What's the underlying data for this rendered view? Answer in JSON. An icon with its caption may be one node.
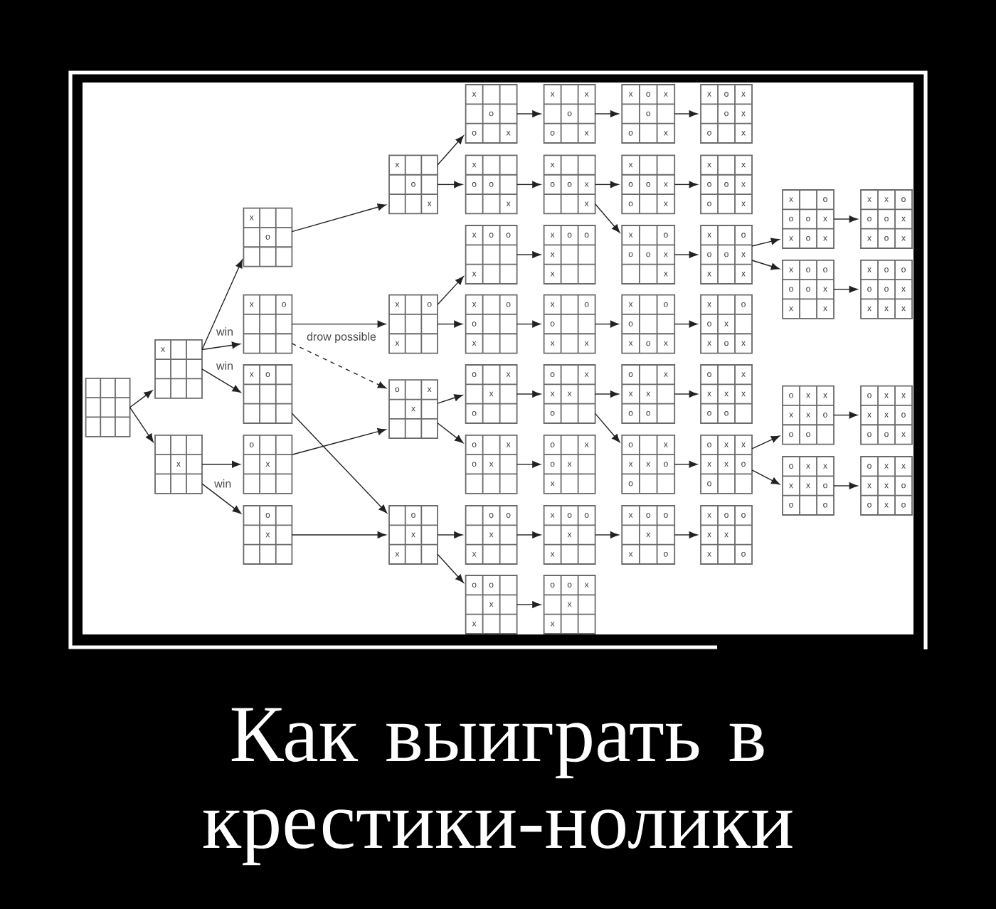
{
  "diagram": {
    "caption": "Как выиграть в крестики-нолики",
    "nodes": [
      {
        "text": [],
        "shape": "grid"
      },
      {
        "text": [
          "x"
        ]
      },
      {
        "text": [
          "x"
        ]
      },
      {
        "text": [
          "x",
          "o"
        ]
      },
      {
        "text": [
          "x",
          "o"
        ]
      },
      {
        "text": [
          "x",
          "o"
        ]
      },
      {
        "text": [
          "o",
          "x"
        ]
      },
      {
        "text": [
          "o",
          "x"
        ]
      },
      {
        "text": [
          "x",
          "o",
          "x"
        ]
      },
      {
        "text": [
          "x",
          "o",
          "x"
        ]
      },
      {
        "text": [
          "o",
          "x",
          "x"
        ]
      },
      {
        "text": [
          "o",
          "x",
          "x"
        ]
      },
      {
        "text": [
          "x",
          "o",
          "o",
          "x"
        ]
      },
      {
        "text": [
          "x",
          "o",
          "o",
          "x"
        ]
      },
      {
        "text": [
          "x",
          "o",
          "o",
          "x"
        ]
      },
      {
        "text": [
          "x",
          "o",
          "o",
          "x"
        ]
      },
      {
        "text": [
          "o",
          "x",
          "x",
          "o"
        ]
      },
      {
        "text": [
          "o",
          "x",
          "o",
          "x"
        ]
      },
      {
        "text": [
          "o",
          "o",
          "x",
          "x"
        ]
      },
      {
        "text": [
          "o",
          "o",
          "x",
          "x"
        ]
      },
      {
        "text": [
          "x",
          "x",
          "o",
          "o",
          "x"
        ]
      },
      {
        "text": [
          "x",
          "o",
          "o",
          "x",
          "x"
        ]
      },
      {
        "text": [
          "x",
          "o",
          "o",
          "x",
          "x"
        ]
      },
      {
        "text": [
          "x",
          "o",
          "o",
          "x",
          "x"
        ]
      },
      {
        "text": [
          "o",
          "x",
          "x",
          "x",
          "o"
        ]
      },
      {
        "text": [
          "o",
          "x",
          "o",
          "x",
          "x"
        ]
      },
      {
        "text": [
          "x",
          "o",
          "o",
          "x",
          "x"
        ]
      },
      {
        "text": [
          "o",
          "o",
          "x",
          "x",
          "x"
        ]
      },
      {
        "text": [
          "x",
          "o",
          "x",
          "o",
          "o",
          "x"
        ]
      },
      {
        "text": [
          "x",
          "o",
          "o",
          "x",
          "o",
          "x"
        ]
      },
      {
        "text": [
          "x",
          "o",
          "o",
          "o",
          "x",
          "x"
        ]
      },
      {
        "text": [
          "x",
          "o",
          "o",
          "x",
          "o",
          "x"
        ]
      },
      {
        "text": [
          "o",
          "x",
          "x",
          "x",
          "o",
          "o"
        ]
      },
      {
        "text": [
          "o",
          "x",
          "x",
          "x",
          "o",
          "o"
        ]
      },
      {
        "text": [
          "x",
          "o",
          "o",
          "x",
          "x",
          "o"
        ]
      },
      {
        "text": [
          "x",
          "o",
          "x",
          "o",
          "x",
          "o",
          "x"
        ]
      },
      {
        "text": [
          "x",
          "x",
          "o",
          "o",
          "x",
          "o",
          "x"
        ]
      },
      {
        "text": [
          "x",
          "o",
          "o",
          "o",
          "x",
          "x",
          "x"
        ]
      },
      {
        "text": [
          "x",
          "o",
          "o",
          "x",
          "x",
          "o",
          "x"
        ]
      },
      {
        "text": [
          "o",
          "x",
          "x",
          "x",
          "x",
          "o",
          "o"
        ]
      },
      {
        "text": [
          "o",
          "x",
          "x",
          "x",
          "x",
          "o",
          "o"
        ]
      },
      {
        "text": [
          "x",
          "o",
          "o",
          "x",
          "x",
          "x",
          "o"
        ]
      },
      {
        "text": [
          "x",
          "o",
          "o",
          "o",
          "x",
          "x",
          "o",
          "x"
        ]
      },
      {
        "text": [
          "x",
          "o",
          "o",
          "o",
          "o",
          "x",
          "x",
          "x"
        ]
      },
      {
        "text": [
          "o",
          "x",
          "x",
          "x",
          "x",
          "o",
          "o",
          "o"
        ]
      },
      {
        "text": [
          "o",
          "x",
          "x",
          "x",
          "x",
          "o",
          "o",
          "o"
        ]
      },
      {
        "text": [
          "x",
          "x",
          "o",
          "o",
          "o",
          "x",
          "x",
          "o",
          "x"
        ]
      },
      {
        "text": [
          "x",
          "o",
          "o",
          "o",
          "o",
          "x",
          "x",
          "x",
          "x"
        ]
      },
      {
        "text": [
          "o",
          "x",
          "x",
          "x",
          "x",
          "o",
          "o",
          "o",
          "x"
        ]
      },
      {
        "text": [
          "o",
          "x",
          "x",
          "x",
          "x",
          "o",
          "o",
          "x",
          "o"
        ]
      }
    ],
    "edges": [
      {
        "from": 0,
        "to": 1,
        "arrow": "to"
      },
      {
        "from": 0,
        "to": 2,
        "arrow": "to"
      },
      {
        "from": 1,
        "to": 3,
        "arrow": "to"
      },
      {
        "from": 1,
        "to": 4,
        "arrow": "to",
        "label": "win"
      },
      {
        "from": 1,
        "to": 5,
        "arrow": "to",
        "label": "win"
      },
      {
        "from": 2,
        "to": 6,
        "arrow": "to"
      },
      {
        "from": 2,
        "to": 7,
        "arrow": "to",
        "label": "win"
      },
      {
        "from": 3,
        "to": 8,
        "arrow": "to"
      },
      {
        "from": 4,
        "to": 9,
        "arrow": "to"
      },
      {
        "from": 4,
        "to": 10,
        "arrow": "to",
        "style": "dashed",
        "label": "drow possible"
      },
      {
        "from": 5,
        "to": 11,
        "arrow": "to"
      },
      {
        "from": 6,
        "to": 10,
        "arrow": "to"
      },
      {
        "from": 7,
        "to": 11,
        "arrow": "to"
      },
      {
        "from": 8,
        "to": 12,
        "arrow": "to"
      },
      {
        "from": 8,
        "to": 13,
        "arrow": "to"
      },
      {
        "from": 9,
        "to": 14,
        "arrow": "to"
      },
      {
        "from": 9,
        "to": 15,
        "arrow": "to"
      },
      {
        "from": 10,
        "to": 16,
        "arrow": "to"
      },
      {
        "from": 10,
        "to": 17,
        "arrow": "to"
      },
      {
        "from": 11,
        "to": 18,
        "arrow": "to"
      },
      {
        "from": 11,
        "to": 19,
        "arrow": "to"
      },
      {
        "from": 12,
        "to": 20,
        "arrow": "to"
      },
      {
        "from": 13,
        "to": 21,
        "arrow": "to"
      },
      {
        "from": 14,
        "to": 22,
        "arrow": "to"
      },
      {
        "from": 15,
        "to": 23,
        "arrow": "to"
      },
      {
        "from": 16,
        "to": 24,
        "arrow": "to"
      },
      {
        "from": 17,
        "to": 25,
        "arrow": "to"
      },
      {
        "from": 18,
        "to": 26,
        "arrow": "to"
      },
      {
        "from": 19,
        "to": 27,
        "arrow": "to"
      },
      {
        "from": 20,
        "to": 28,
        "arrow": "to"
      },
      {
        "from": 21,
        "to": 29,
        "arrow": "to"
      },
      {
        "from": 21,
        "to": 30,
        "arrow": "to"
      },
      {
        "from": 23,
        "to": 31,
        "arrow": "to"
      },
      {
        "from": 24,
        "to": 32,
        "arrow": "to"
      },
      {
        "from": 24,
        "to": 33,
        "arrow": "to"
      },
      {
        "from": 26,
        "to": 34,
        "arrow": "to"
      },
      {
        "from": 28,
        "to": 35,
        "arrow": "to"
      },
      {
        "from": 29,
        "to": 36,
        "arrow": "to"
      },
      {
        "from": 30,
        "to": 37,
        "arrow": "to"
      },
      {
        "from": 31,
        "to": 38,
        "arrow": "to"
      },
      {
        "from": 32,
        "to": 39,
        "arrow": "to"
      },
      {
        "from": 33,
        "to": 40,
        "arrow": "to"
      },
      {
        "from": 34,
        "to": 41,
        "arrow": "to"
      },
      {
        "from": 37,
        "to": 42,
        "arrow": "to"
      },
      {
        "from": 37,
        "to": 43,
        "arrow": "to"
      },
      {
        "from": 40,
        "to": 44,
        "arrow": "to"
      },
      {
        "from": 40,
        "to": 45,
        "arrow": "to"
      },
      {
        "from": 42,
        "to": 46,
        "arrow": "to"
      },
      {
        "from": 43,
        "to": 47,
        "arrow": "to"
      },
      {
        "from": 44,
        "to": 48,
        "arrow": "to"
      },
      {
        "from": 45,
        "to": 49,
        "arrow": "to"
      }
    ]
  }
}
